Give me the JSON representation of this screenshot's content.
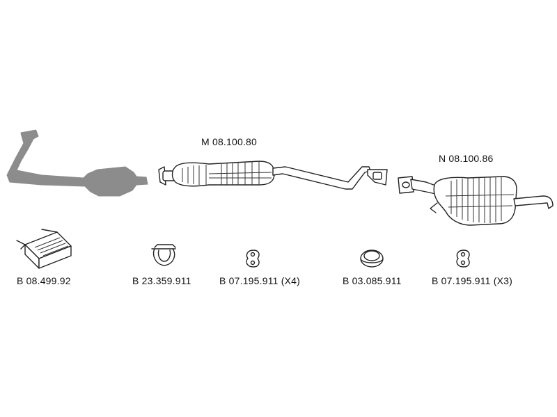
{
  "parts": {
    "main_silencer": {
      "code": "M 08.100.80"
    },
    "rear_silencer": {
      "code": "N 08.100.86"
    },
    "mounting_kit": {
      "code": "B 08.499.92"
    },
    "clamp": {
      "code": "B 23.359.911"
    },
    "rubber_ring_a": {
      "code": "B 07.195.911 (X4)"
    },
    "gasket": {
      "code": "B 03.085.911"
    },
    "rubber_ring_b": {
      "code": "B 07.195.911 (X3)"
    }
  },
  "colors": {
    "line": "#222222",
    "not_included_part": "#8c8c8c",
    "background": "#ffffff"
  }
}
